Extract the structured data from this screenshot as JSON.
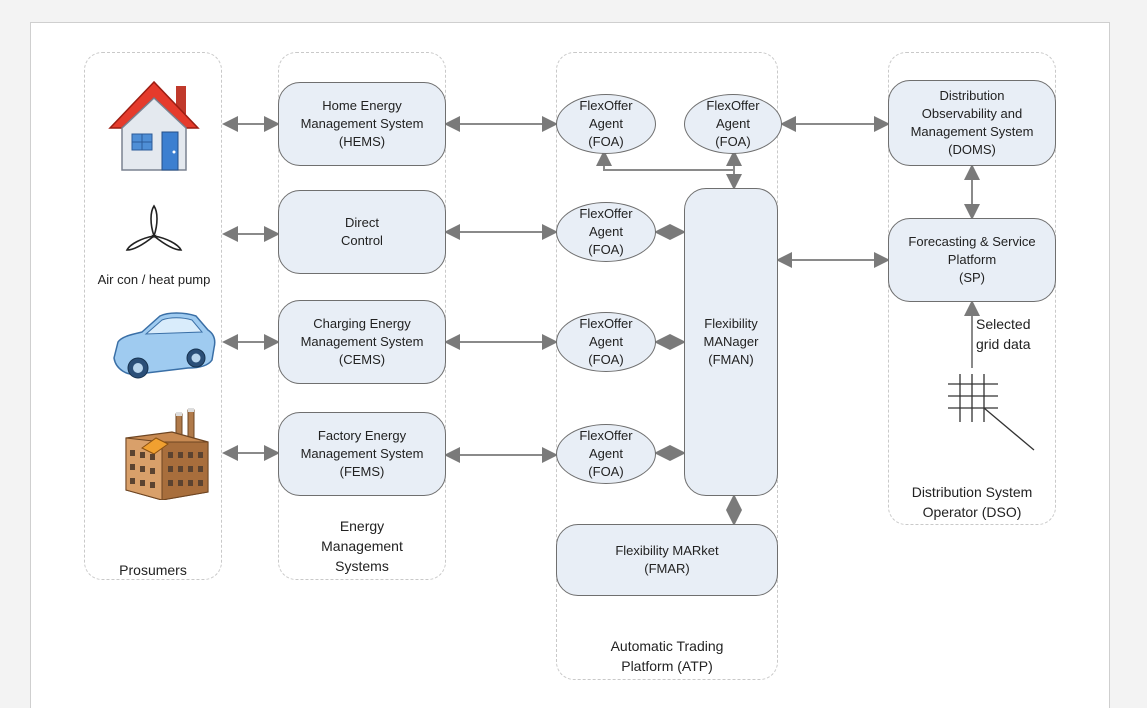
{
  "columns": {
    "prosumers": "Prosumers",
    "ems": [
      "Energy",
      "Management",
      "Systems"
    ],
    "atp": [
      "Automatic Trading",
      "Platform (ATP)"
    ],
    "dso": [
      "Distribution System",
      "Operator (DSO)"
    ]
  },
  "ems_boxes": {
    "hems": [
      "Home Energy",
      "Management System",
      "(HEMS)"
    ],
    "direct": [
      "Direct",
      "Control"
    ],
    "cems": [
      "Charging Energy",
      "Management System",
      "(CEMS)"
    ],
    "fems": [
      "Factory Energy",
      "Management System",
      "(FEMS)"
    ]
  },
  "foa": [
    "FlexOffer",
    "Agent",
    "(FOA)"
  ],
  "fman": [
    "Flexibility",
    "MANager",
    "(FMAN)"
  ],
  "fmar": [
    "Flexibility MARket",
    "(FMAR)"
  ],
  "doms": [
    "Distribution",
    "Observability and",
    "Management System",
    "(DOMS)"
  ],
  "sp": [
    "Forecasting & Service",
    "Platform",
    "(SP)"
  ],
  "grid_label": [
    "Selected",
    "grid data"
  ],
  "prosumer_labels": {
    "aircon": "Air con / heat pump"
  },
  "icons": [
    "house-icon",
    "fan-icon",
    "car-icon",
    "factory-icon",
    "grid-icon"
  ]
}
